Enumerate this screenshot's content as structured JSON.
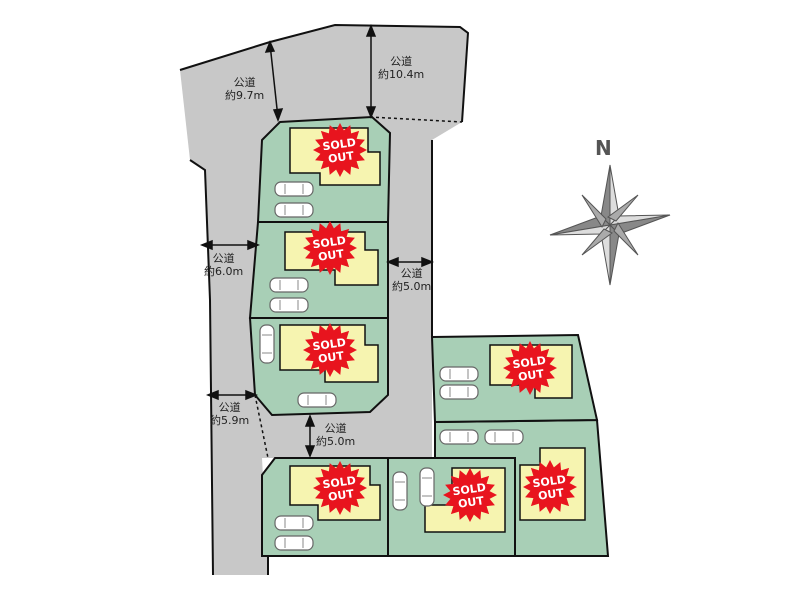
{
  "compass": {
    "label": "N"
  },
  "roads": [
    {
      "name": "公道",
      "width": "約9.7m"
    },
    {
      "name": "公道",
      "width": "約10.4m"
    },
    {
      "name": "公道",
      "width": "約6.0m"
    },
    {
      "name": "公道",
      "width": "約5.0m"
    },
    {
      "name": "公道",
      "width": "約5.9m"
    },
    {
      "name": "公道",
      "width": "約5.0m"
    }
  ],
  "lots": [
    {
      "status_line1": "SOLD",
      "status_line2": "OUT"
    },
    {
      "status_line1": "SOLD",
      "status_line2": "OUT"
    },
    {
      "status_line1": "SOLD",
      "status_line2": "OUT"
    },
    {
      "status_line1": "SOLD",
      "status_line2": "OUT"
    },
    {
      "status_line1": "SOLD",
      "status_line2": "OUT"
    },
    {
      "status_line1": "SOLD",
      "status_line2": "OUT"
    },
    {
      "status_line1": "SOLD",
      "status_line2": "OUT"
    }
  ],
  "colors": {
    "road": "#c8c8c8",
    "lot": "#a8cfb6",
    "building": "#f6f4b0",
    "badge": "#e8141e"
  }
}
